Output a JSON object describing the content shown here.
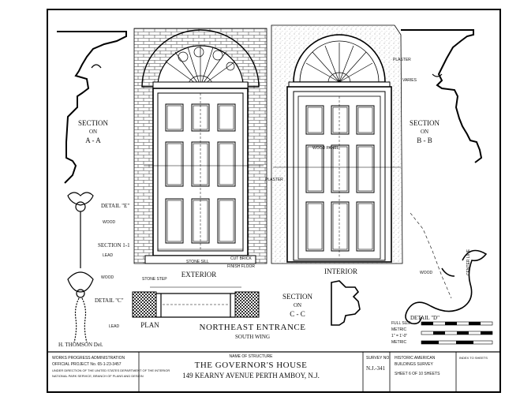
{
  "sections": {
    "aa_line1": "SECTION",
    "aa_line2": "ON",
    "aa_line3": "A - A",
    "bb_line1": "SECTION",
    "bb_line2": "ON",
    "bb_line3": "B - B",
    "cc_line1": "SECTION",
    "cc_line2": "ON",
    "cc_line3": "C - C"
  },
  "views": {
    "exterior": "EXTERIOR",
    "interior": "INTERIOR",
    "plan": "PLAN"
  },
  "title": {
    "main": "NORTHEAST ENTRANCE",
    "sub": "SOUTH WING"
  },
  "details": {
    "e": "DETAIL \"E\"",
    "c": "DETAIL \"C\"",
    "d": "DETAIL \"D\"",
    "section_1_1": "SECTION 1-1"
  },
  "annotations": {
    "wood_1": "WOOD",
    "wood_2": "WOOD",
    "wood_3": "WOOD",
    "lead_1": "LEAD",
    "lead_2": "LEAD",
    "plaster_1": "PLASTER",
    "plaster_2": "PLASTER",
    "varies": "VARIES",
    "center_line": "CENTER LINE",
    "stone_sill": "STONE SILL",
    "stone_step": "STONE STEP",
    "finish_floor": "FINISH FLOOR",
    "cut_brick": "CUT BRICK",
    "wood_panel": "WOOD PANEL"
  },
  "delineator": "H. THOMSON Del.",
  "scale": {
    "full_size": "FULL SIZE",
    "metric_1": "METRIC",
    "feet": "1\" = 1'-0\"",
    "metric_2": "METRIC"
  },
  "titleblock": {
    "agency": "WORKS PROGRESS ADMINISTRATION",
    "project": "OFFICIAL PROJECT No. 65-1-23-3457",
    "under": "UNDER DIRECTION OF THE UNITED STATES DEPARTMENT OF THE INTERIOR",
    "branch": "NATIONAL PARK SERVICE, BRANCH OF PLANS AND DESIGN",
    "name_of_structure": "NAME OF STRUCTURE",
    "name": "THE GOVERNOR'S HOUSE",
    "address": "149 KEARNY AVENUE   PERTH AMBOY, N.J.",
    "survey_no_label": "SURVEY NO.",
    "survey_no": "N.J.-341",
    "habs_1": "HISTORIC AMERICAN",
    "habs_2": "BUILDINGS SURVEY",
    "sheet": "SHEET 6 OF 10 SHEETS",
    "stamp": "INDEX TO SHEETS"
  }
}
